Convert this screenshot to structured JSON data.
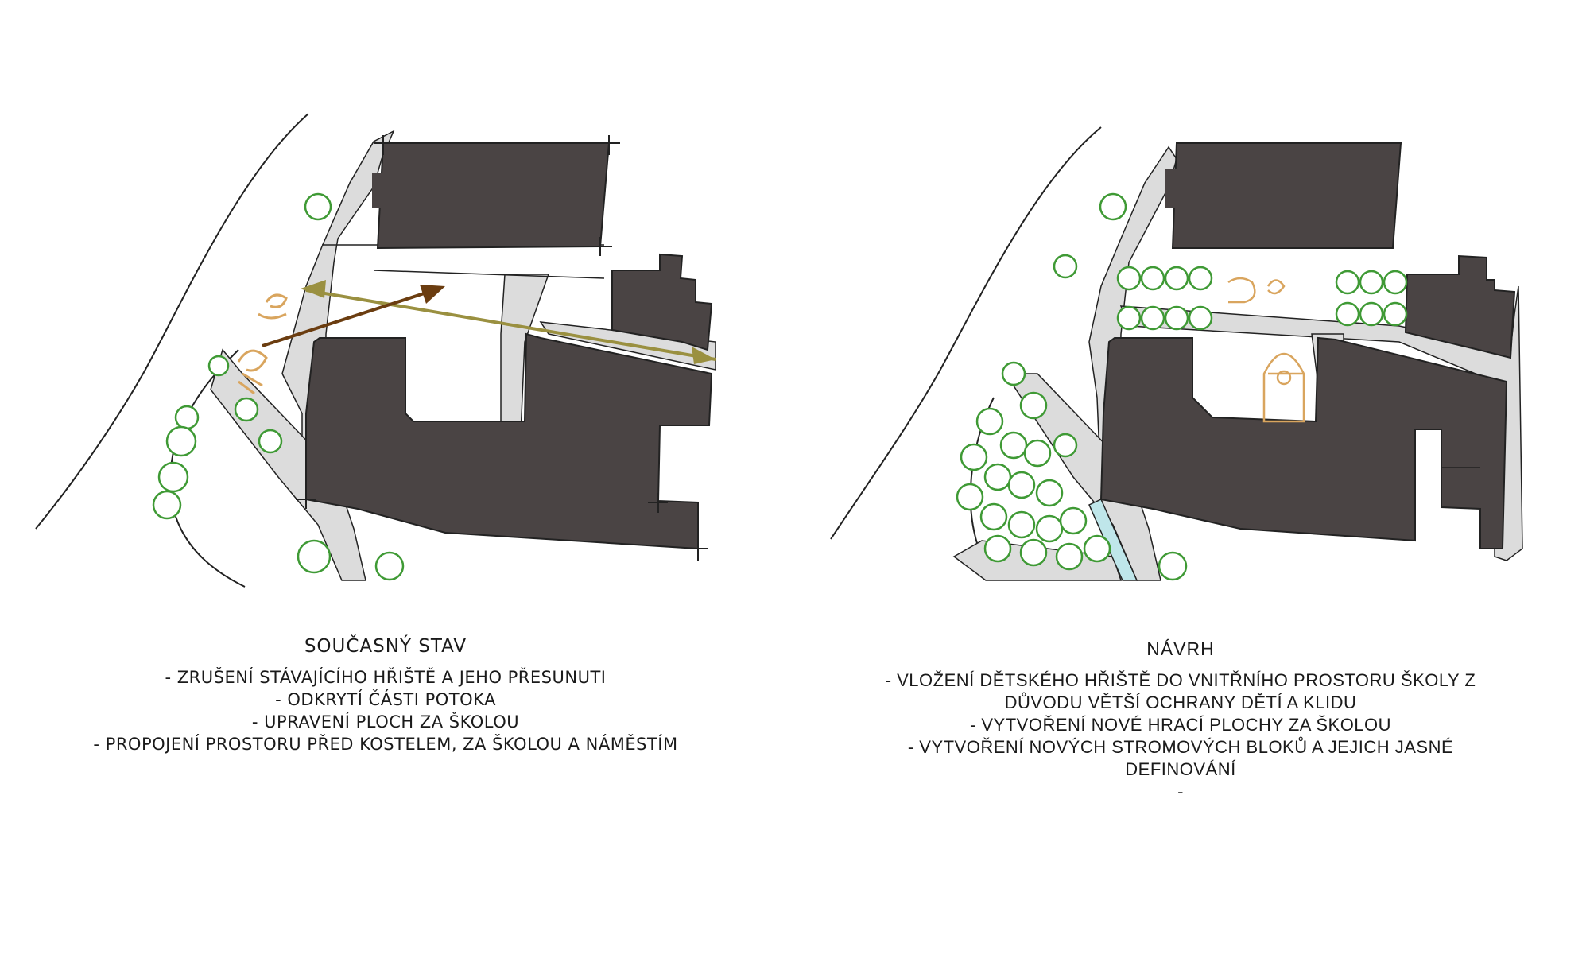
{
  "panels": [
    {
      "title": "SOUČASNÝ STAV",
      "lines": [
        "- ZRUŠENÍ STÁVAJÍCÍHO HŘIŠTĚ A JEHO PŘESUNUTI",
        "- ODKRYTÍ ČÁSTI POTOKA",
        "- UPRAVENÍ PLOCH ZA ŠKOLOU",
        "- PROPOJENÍ PROSTORU PŘED KOSTELEM, ZA ŠKOLOU A NÁMĚSTÍM"
      ]
    },
    {
      "title": "NÁVRH",
      "lines": [
        "- VLOŽENÍ DĚTSKÉHO HŘIŠTĚ DO VNITŘNÍHO PROSTORU ŠKOLY Z",
        "DŮVODU VĚTŠÍ OCHRANY DĚTÍ A KLIDU",
        "- VYTVOŘENÍ NOVÉ HRACÍ PLOCHY ZA ŠKOLOU",
        "- VYTVOŘENÍ NOVÝCH STROMOVÝCH BLOKŮ A JEJICH JASNÉ",
        "DEFINOVÁNÍ",
        "-"
      ]
    }
  ],
  "colors": {
    "building": "#4a4444",
    "paving": "#dcdcdc",
    "tree": "#3f9a35",
    "playground": "#d9a55e",
    "arrow_dark": "#6b3d10",
    "arrow_olive": "#9a9040",
    "stream": "#bfe6ea",
    "line": "#222222"
  }
}
